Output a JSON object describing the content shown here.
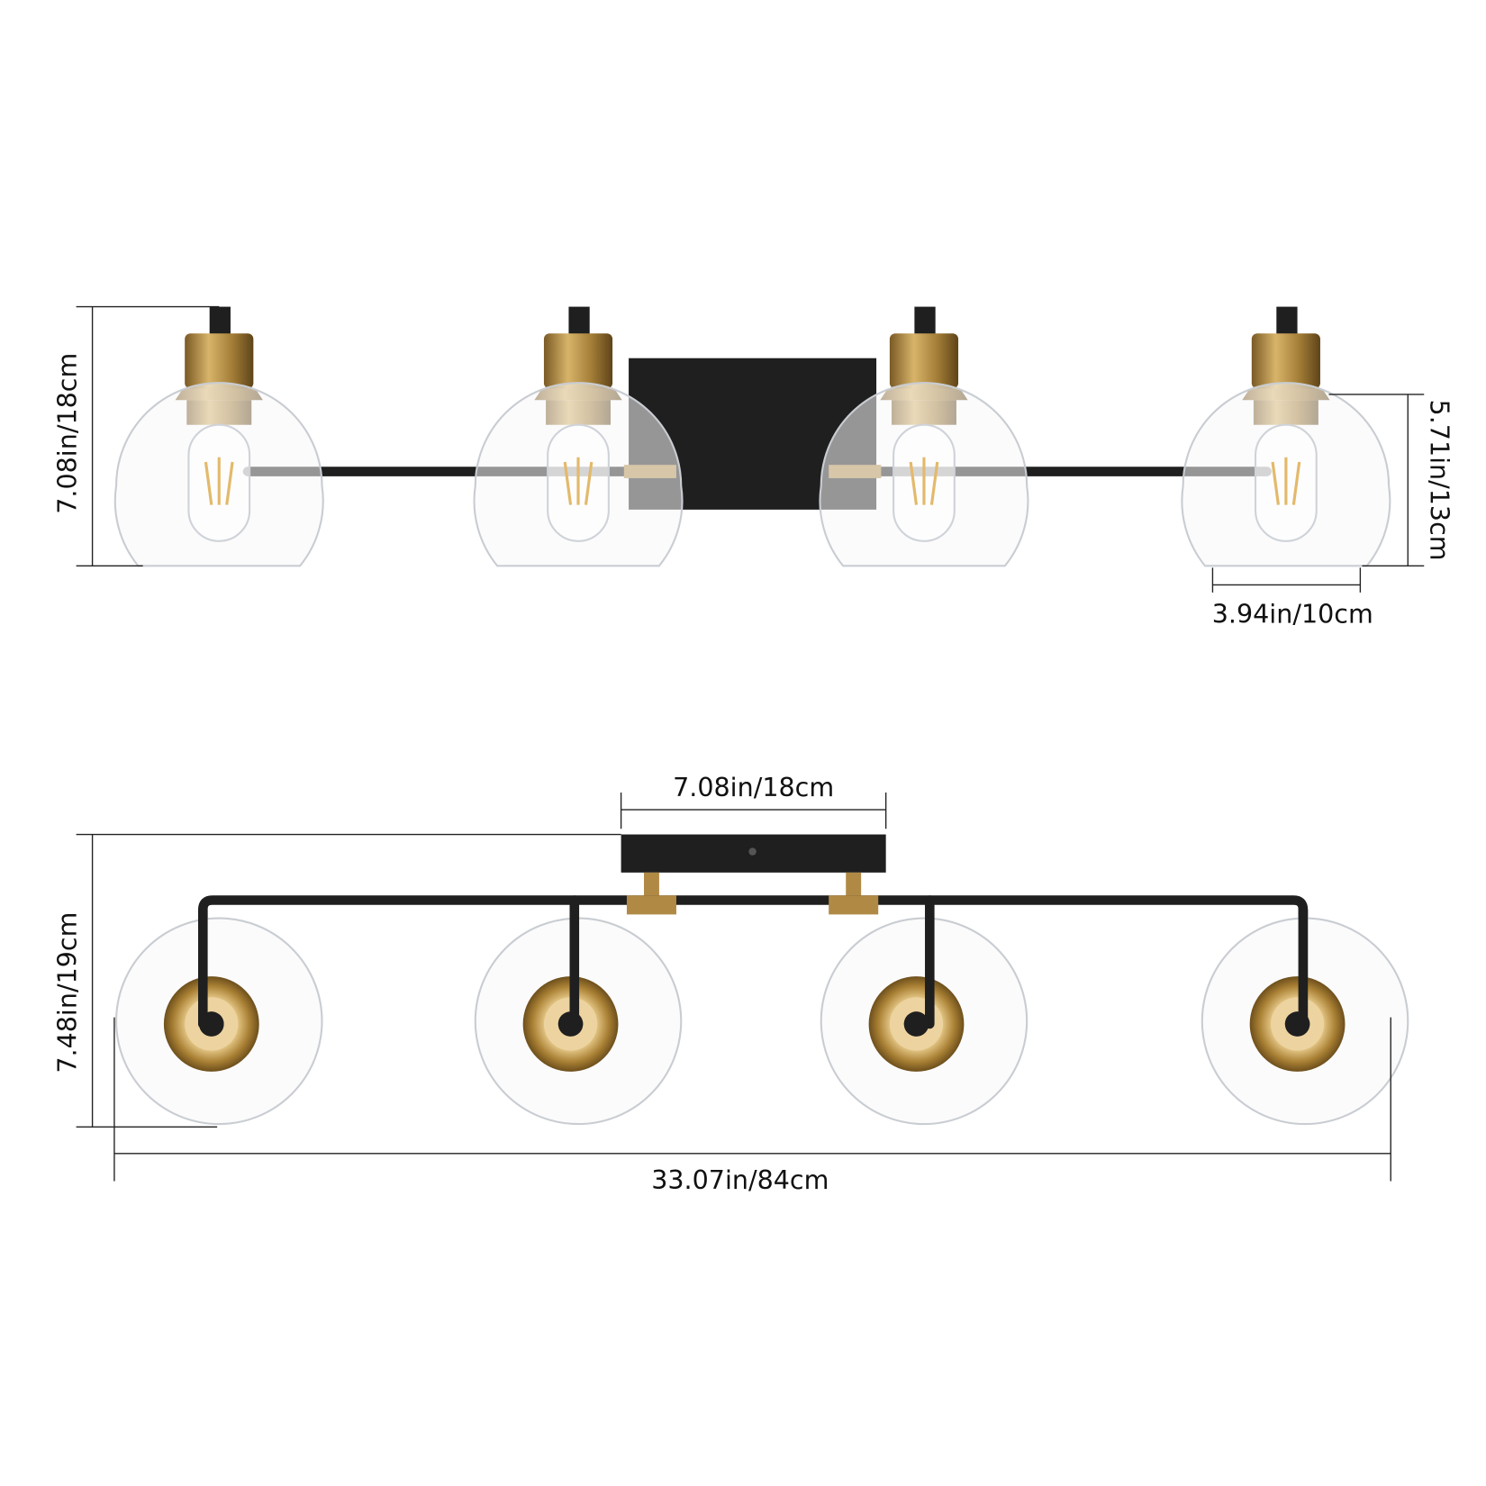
{
  "front_view": {
    "height_label": "7.08in/18cm",
    "shade_height_label": "5.71in/13cm",
    "shade_width_label": "3.94in/10cm",
    "lamp_count": 4
  },
  "top_view": {
    "backplate_width_label": "7.08in/18cm",
    "depth_label": "7.48in/19cm",
    "total_width_label": "33.07in/84cm"
  },
  "colors": {
    "metal_black": "#1f1f1f",
    "brass": "#b08a45"
  }
}
